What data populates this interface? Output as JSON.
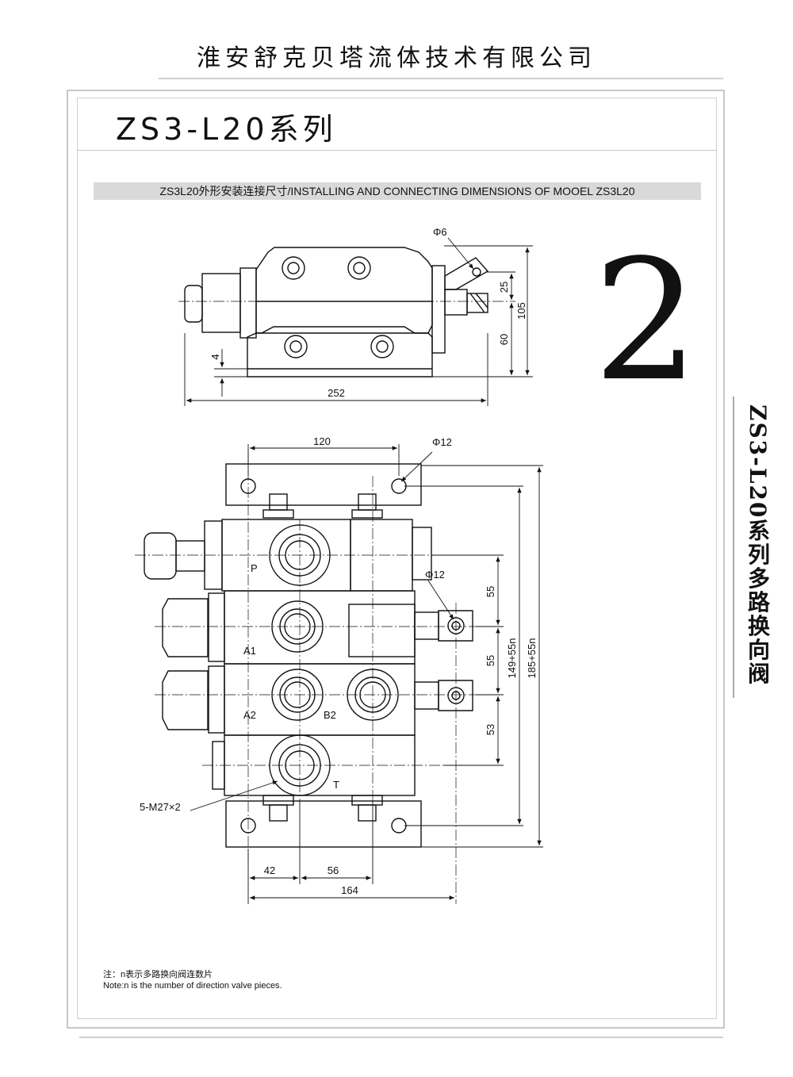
{
  "header": {
    "company": "淮安舒克贝塔流体技术有限公司"
  },
  "page": {
    "series_title": "ZS3-L20系列",
    "number": "2"
  },
  "banner": {
    "text": "ZS3L20外形安装连接尺寸/INSTALLING AND CONNECTING DIMENSIONS OF MOOEL ZS3L20"
  },
  "side_label": "ZS3-L20系列多路换向阀",
  "side_view": {
    "dims": {
      "phi6": "Φ6",
      "d25": "25",
      "d105": "105",
      "d60": "60",
      "d4": "4",
      "d252": "252"
    }
  },
  "top_view": {
    "dims": {
      "d120": "120",
      "phi12_top": "Φ12",
      "phi12_mid": "Φ12",
      "d55a": "55",
      "d55b": "55",
      "d53": "53",
      "d149": "149+55n",
      "d185": "185+55n",
      "d42": "42",
      "d56": "56",
      "d164": "164",
      "thread": "5-M27×2"
    },
    "ports": {
      "p": "P",
      "a1": "A1",
      "a2": "A2",
      "b2": "B2",
      "t": "T"
    }
  },
  "note": {
    "zh": "注：n表示多路换向阀连数片",
    "en": "Note:n is the number of direction valve pieces."
  }
}
